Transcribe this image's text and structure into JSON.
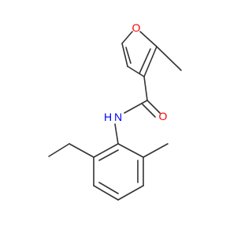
{
  "molecule": {
    "atoms": {
      "furan_oxygen": "O",
      "carbonyl_oxygen": "O",
      "amide_nitrogen": "N",
      "amide_hydrogen": "H"
    },
    "colors": {
      "bond": "#333333",
      "oxygen": "#ff0000",
      "nitrogen": "#0000ff"
    }
  }
}
